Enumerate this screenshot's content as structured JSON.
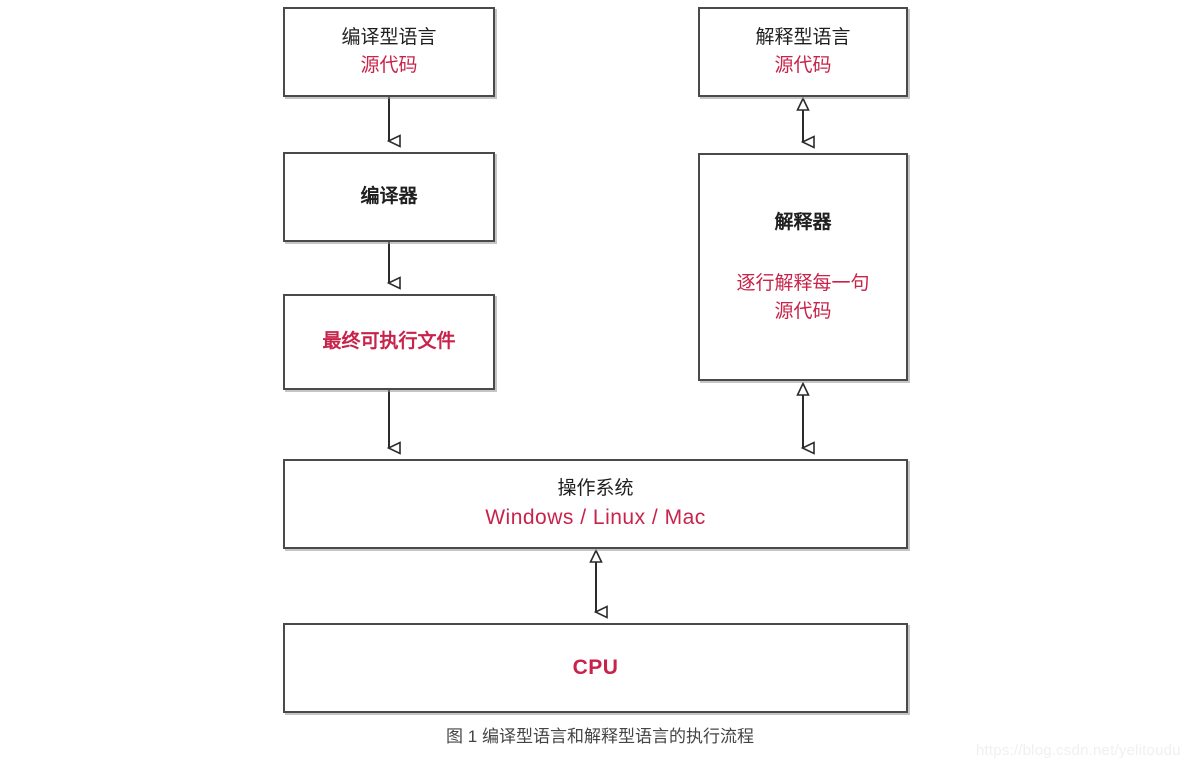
{
  "figure": {
    "caption": "图 1 编译型语言和解释型语言的执行流程",
    "watermark": "https://blog.csdn.net/yelitoudu",
    "colors": {
      "accent_red": "#c8234a",
      "text_dark": "#1f1f1f",
      "border": "#4a4a4a",
      "background": "#ffffff",
      "caption_text": "#444444",
      "watermark_text": "#f0f0f0"
    }
  },
  "nodes": {
    "compiled_source": {
      "title": "编译型语言",
      "subtitle": "源代码"
    },
    "compiler": {
      "title": "编译器"
    },
    "executable": {
      "title": "最终可执行文件"
    },
    "interpreted_source": {
      "title": "解释型语言",
      "subtitle": "源代码"
    },
    "interpreter": {
      "title": "解释器",
      "detail_line1": "逐行解释每一句",
      "detail_line2": "源代码"
    },
    "operating_system": {
      "title": "操作系统",
      "subtitle": "Windows / Linux / Mac"
    },
    "cpu": {
      "title": "CPU"
    }
  },
  "connectors": [
    {
      "id": "compiled-source-to-compiler",
      "from": "compiled_source",
      "to": "compiler",
      "style": "single-arrow-down"
    },
    {
      "id": "compiler-to-executable",
      "from": "compiler",
      "to": "executable",
      "style": "single-arrow-down"
    },
    {
      "id": "executable-to-os",
      "from": "executable",
      "to": "operating_system",
      "style": "single-arrow-down"
    },
    {
      "id": "interpreted-source-to-interpreter",
      "from": "interpreted_source",
      "to": "interpreter",
      "style": "double-arrow-vertical"
    },
    {
      "id": "interpreter-to-os",
      "from": "interpreter",
      "to": "operating_system",
      "style": "double-arrow-vertical"
    },
    {
      "id": "os-to-cpu",
      "from": "operating_system",
      "to": "cpu",
      "style": "double-arrow-vertical"
    }
  ]
}
